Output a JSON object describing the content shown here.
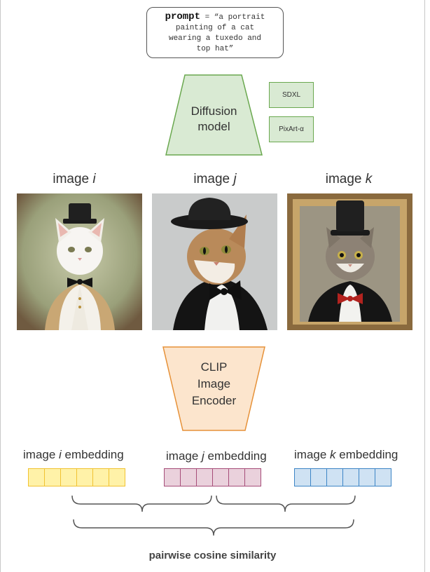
{
  "prompt": {
    "keyword": "prompt",
    "equals": " = ",
    "text_line1": "“a portrait",
    "text_line2": "painting of a cat",
    "text_line3": "wearing a tuxedo and",
    "text_line4": "top hat”"
  },
  "diffusion": {
    "line1": "Diffusion",
    "line2": "model",
    "models": [
      "SDXL",
      "PixArt-α"
    ]
  },
  "images": [
    {
      "prefix": "image ",
      "var": "i"
    },
    {
      "prefix": "image ",
      "var": "j"
    },
    {
      "prefix": "image ",
      "var": "k"
    }
  ],
  "encoder": {
    "line1": "CLIP",
    "line2": "Image",
    "line3": "Encoder"
  },
  "embeddings": [
    {
      "prefix": "image ",
      "var": "i",
      "suffix": " embedding"
    },
    {
      "prefix": "image ",
      "var": "j",
      "suffix": " embedding"
    },
    {
      "prefix": "image ",
      "var": "k",
      "suffix": " embedding"
    }
  ],
  "similarity_label": "pairwise cosine similarity",
  "colors": {
    "green_fill": "#d9ead3",
    "green_stroke": "#6aa84f",
    "orange_fill": "#fce5cd",
    "orange_stroke": "#e69138",
    "yellow_fill": "#fff2a8",
    "yellow_stroke": "#f1c232",
    "pink_fill": "#ead1dc",
    "pink_stroke": "#a64d79",
    "blue_fill": "#cfe2f3",
    "blue_stroke": "#3d85c6"
  }
}
